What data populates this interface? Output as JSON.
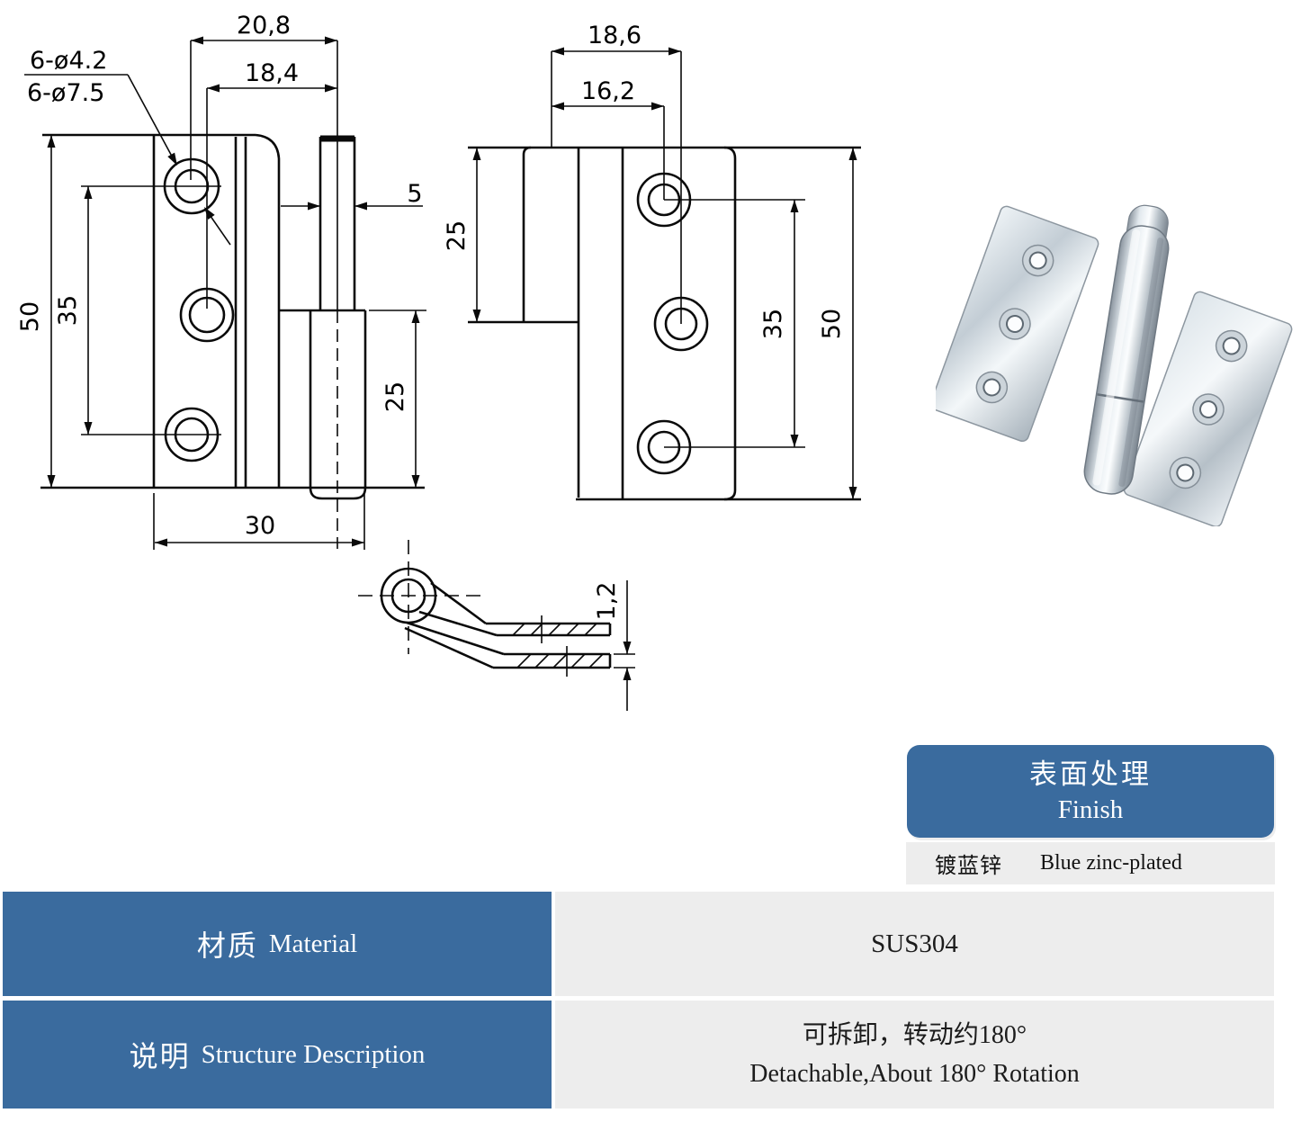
{
  "colors": {
    "accent_blue": "#3a6b9e",
    "row_gray": "#ededed",
    "line_black": "#0a0a0a"
  },
  "drawings": {
    "front_view": {
      "dim_hole1_to_pin": "20,8",
      "dim_hole2_to_pin": "18,4",
      "label_small_holes": "6-ø4.2",
      "label_big_holes": "6-ø7.5",
      "dim_pin_dia": "5",
      "dim_height": "50",
      "dim_hole_span": "35",
      "dim_knuckle_h": "25",
      "dim_width": "30"
    },
    "side_view": {
      "dim_hole2_offset": "18,6",
      "dim_hole1_offset": "16,2",
      "dim_step_h": "25",
      "dim_hole_span": "35",
      "dim_height": "50"
    },
    "section_view": {
      "dim_thickness": "1,2"
    }
  },
  "finish_table": {
    "title_zh": "表面处理",
    "title_en": "Finish",
    "value_zh": "镀蓝锌",
    "value_en": "Blue zinc-plated"
  },
  "spec_table": {
    "material_label_zh": "材质",
    "material_label_en": "Material",
    "material_value": "SUS304",
    "description_label_zh": "说明",
    "description_label_en": "Structure Description",
    "description_value_zh": "可拆卸，转动约180°",
    "description_value_en": "Detachable,About 180°  Rotation"
  }
}
